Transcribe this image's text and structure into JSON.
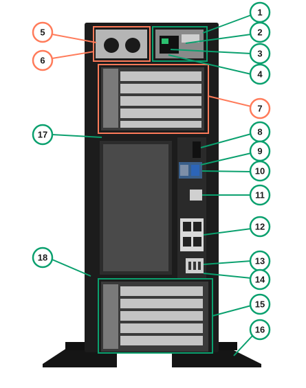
{
  "diagram": {
    "colors": {
      "green": "#0aa06e",
      "orange": "#ff7b5a",
      "chassis": "#1c1c1c",
      "panel": "#2a2a2a",
      "metal": "#bdbdbd"
    },
    "callouts": [
      {
        "id": "1",
        "color": "green"
      },
      {
        "id": "2",
        "color": "green"
      },
      {
        "id": "3",
        "color": "green"
      },
      {
        "id": "4",
        "color": "green"
      },
      {
        "id": "5",
        "color": "orange"
      },
      {
        "id": "6",
        "color": "orange"
      },
      {
        "id": "7",
        "color": "orange"
      },
      {
        "id": "8",
        "color": "green"
      },
      {
        "id": "9",
        "color": "green"
      },
      {
        "id": "10",
        "color": "green"
      },
      {
        "id": "11",
        "color": "green"
      },
      {
        "id": "12",
        "color": "green"
      },
      {
        "id": "13",
        "color": "green"
      },
      {
        "id": "14",
        "color": "green"
      },
      {
        "id": "15",
        "color": "green"
      },
      {
        "id": "16",
        "color": "green"
      },
      {
        "id": "17",
        "color": "green"
      },
      {
        "id": "18",
        "color": "green"
      }
    ]
  }
}
